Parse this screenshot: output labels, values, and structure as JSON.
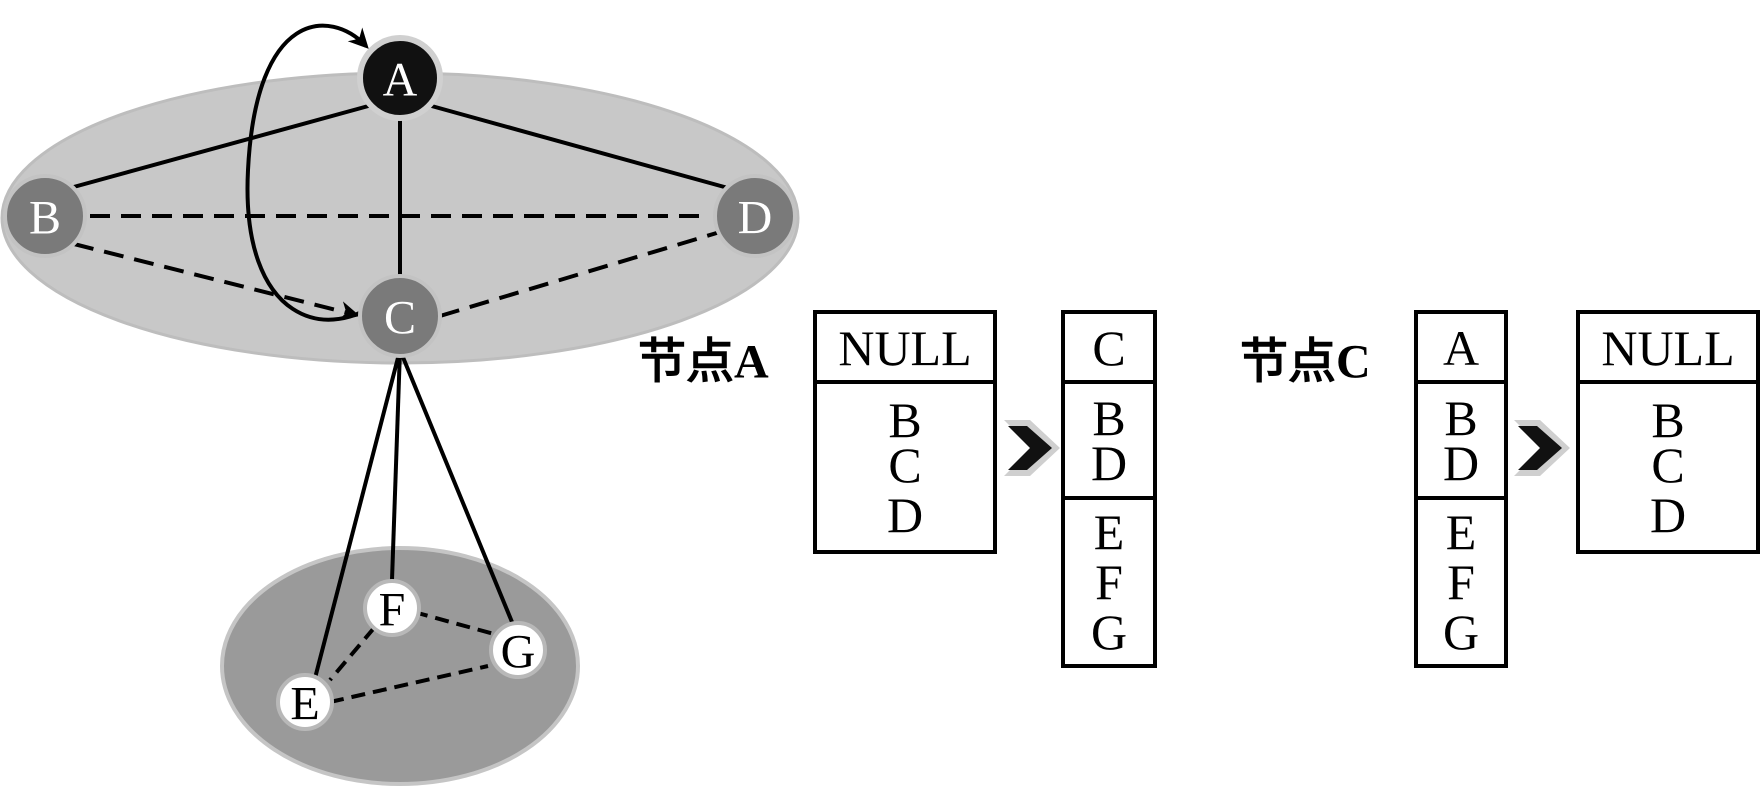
{
  "graph": {
    "nodes": [
      {
        "id": "A",
        "label": "A",
        "style": "black"
      },
      {
        "id": "B",
        "label": "B",
        "style": "gray"
      },
      {
        "id": "C",
        "label": "C",
        "style": "gray"
      },
      {
        "id": "D",
        "label": "D",
        "style": "gray"
      },
      {
        "id": "E",
        "label": "E",
        "style": "white"
      },
      {
        "id": "F",
        "label": "F",
        "style": "white"
      },
      {
        "id": "G",
        "label": "G",
        "style": "white"
      }
    ],
    "edges": [
      {
        "from": "A",
        "to": "B",
        "style": "solid"
      },
      {
        "from": "A",
        "to": "C",
        "style": "solid"
      },
      {
        "from": "A",
        "to": "D",
        "style": "solid"
      },
      {
        "from": "B",
        "to": "D",
        "style": "dashed"
      },
      {
        "from": "B",
        "to": "C",
        "style": "dashed-arrow"
      },
      {
        "from": "C",
        "to": "D",
        "style": "dashed"
      },
      {
        "from": "C",
        "to": "E",
        "style": "solid"
      },
      {
        "from": "C",
        "to": "F",
        "style": "solid"
      },
      {
        "from": "C",
        "to": "G",
        "style": "solid"
      },
      {
        "from": "F",
        "to": "E",
        "style": "dashed"
      },
      {
        "from": "F",
        "to": "G",
        "style": "dashed"
      },
      {
        "from": "E",
        "to": "G",
        "style": "dashed"
      }
    ],
    "colors": {
      "cluster_top": "#c8c8c8",
      "cluster_bottom": "#9a9a9a",
      "node_gray": "#7a7a7a",
      "node_black": "#111111"
    }
  },
  "tables": {
    "node_a": {
      "title": "节点A",
      "before": {
        "head": "NULL",
        "cells": [
          "B",
          "C",
          "D"
        ]
      },
      "after": {
        "head": "C",
        "groups": [
          [
            "B",
            "D"
          ],
          [
            "E",
            "F",
            "G"
          ]
        ]
      }
    },
    "node_c": {
      "title": "节点C",
      "before": {
        "head": "A",
        "groups": [
          [
            "B",
            "D"
          ],
          [
            "E",
            "F",
            "G"
          ]
        ]
      },
      "after": {
        "head": "NULL",
        "cells": [
          "B",
          "C",
          "D"
        ]
      }
    }
  }
}
